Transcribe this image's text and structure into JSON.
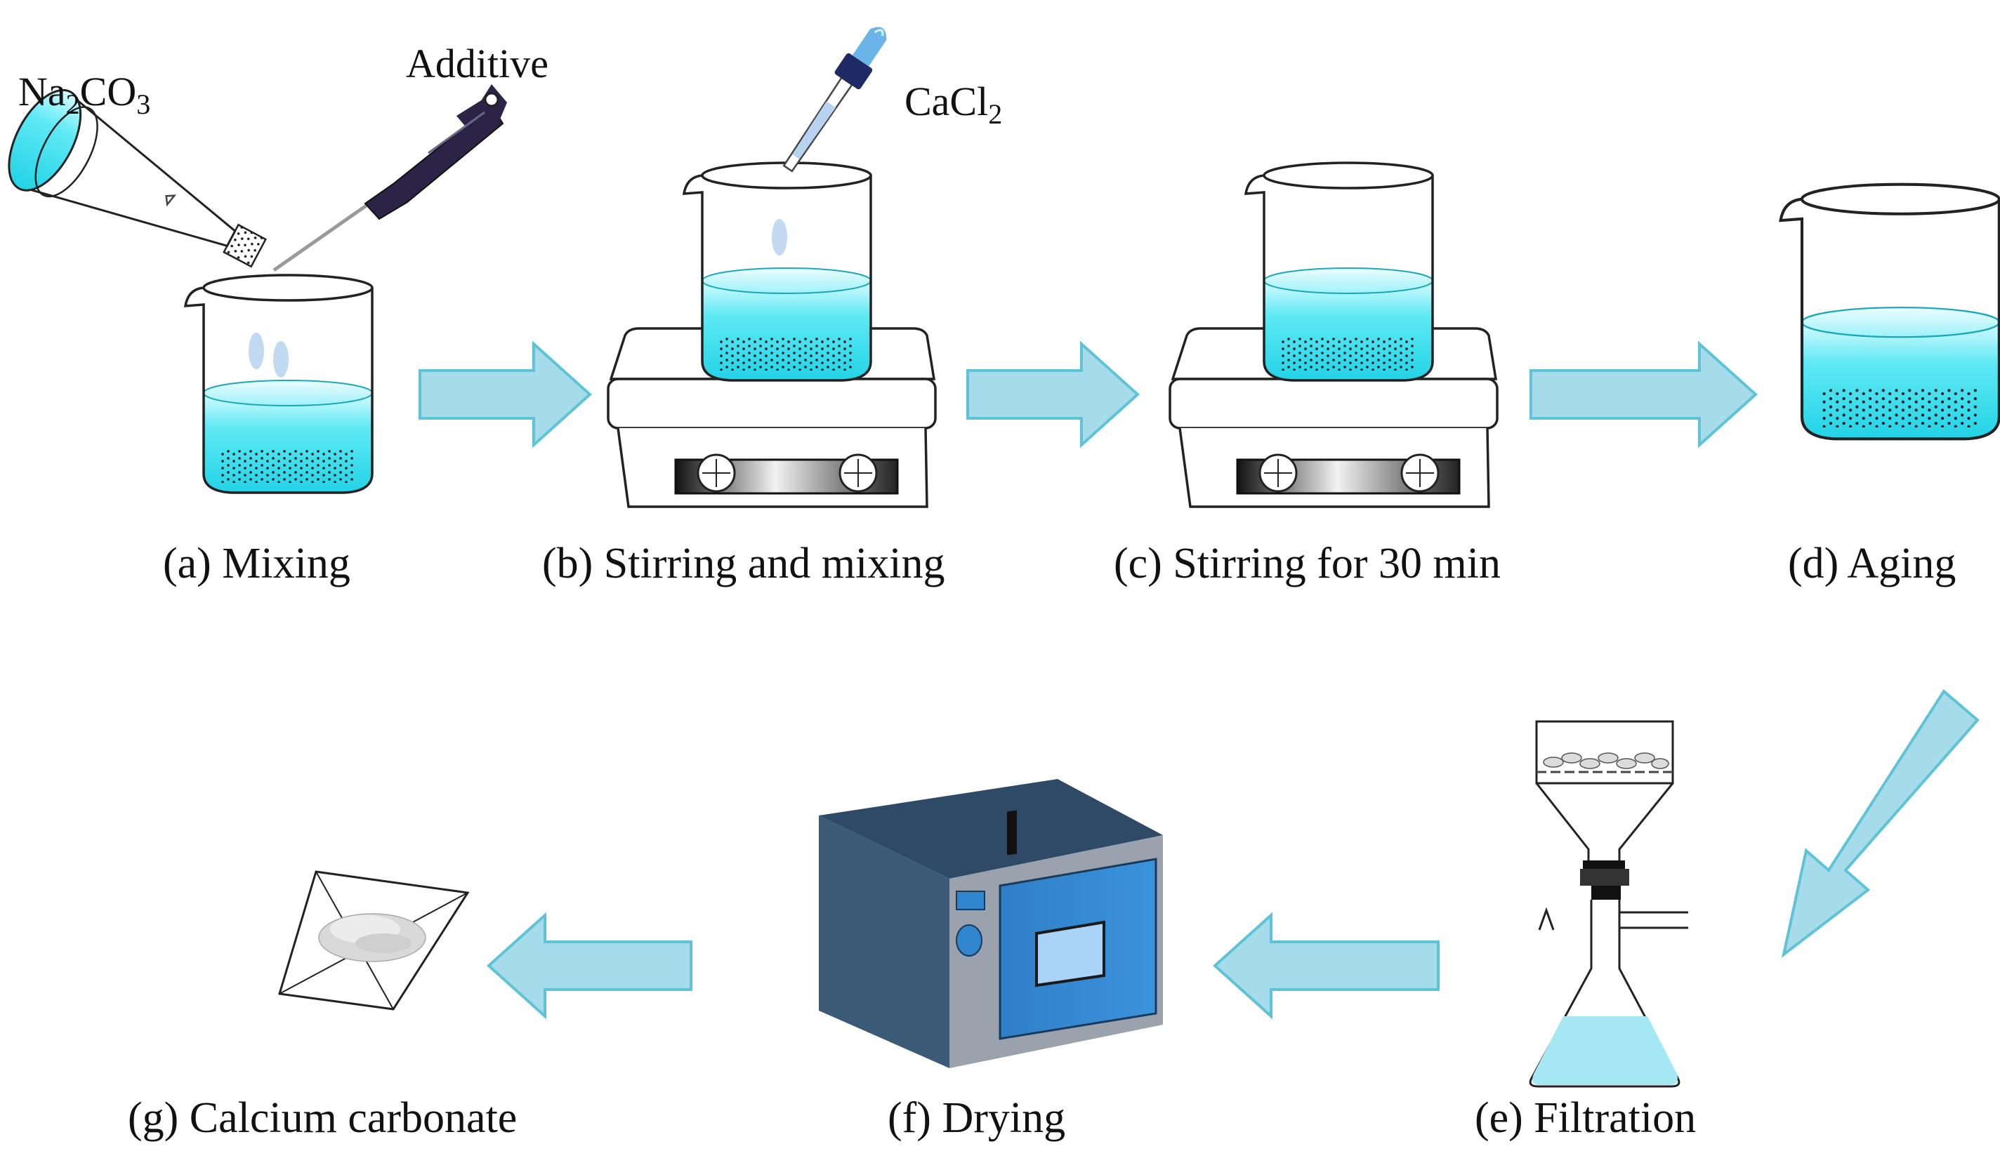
{
  "steps": [
    {
      "id": "a",
      "label": "(a) Mixing"
    },
    {
      "id": "b",
      "label": "(b) Stirring and mixing"
    },
    {
      "id": "c",
      "label": "(c) Stirring for 30 min"
    },
    {
      "id": "d",
      "label": "(d) Aging"
    },
    {
      "id": "e",
      "label": "(e) Filtration"
    },
    {
      "id": "f",
      "label": "(f) Drying"
    },
    {
      "id": "g",
      "label": "(g) Calcium carbonate"
    }
  ],
  "reagents": {
    "sodium_carbonate": {
      "base1": "Na",
      "sub1": "2",
      "base2": "CO",
      "sub2": "3"
    },
    "additive": "Additive",
    "calcium_chloride": {
      "base": "CaCl",
      "sub": "2"
    }
  },
  "colors": {
    "liquid": "#33e0f0",
    "arrow_fill": "#a6dcea",
    "arrow_stroke": "#5fc3d8",
    "oven_dark": "#3a5a78",
    "oven_front": "#2f86cf",
    "pipette": "#2c2446"
  },
  "icons": [
    "reagent-bottle-icon",
    "micropipette-icon",
    "beaker-icon",
    "dropper-icon",
    "stirrer-icon",
    "filtration-flask-icon",
    "drying-oven-icon",
    "weighing-paper-icon",
    "arrow-icon"
  ]
}
